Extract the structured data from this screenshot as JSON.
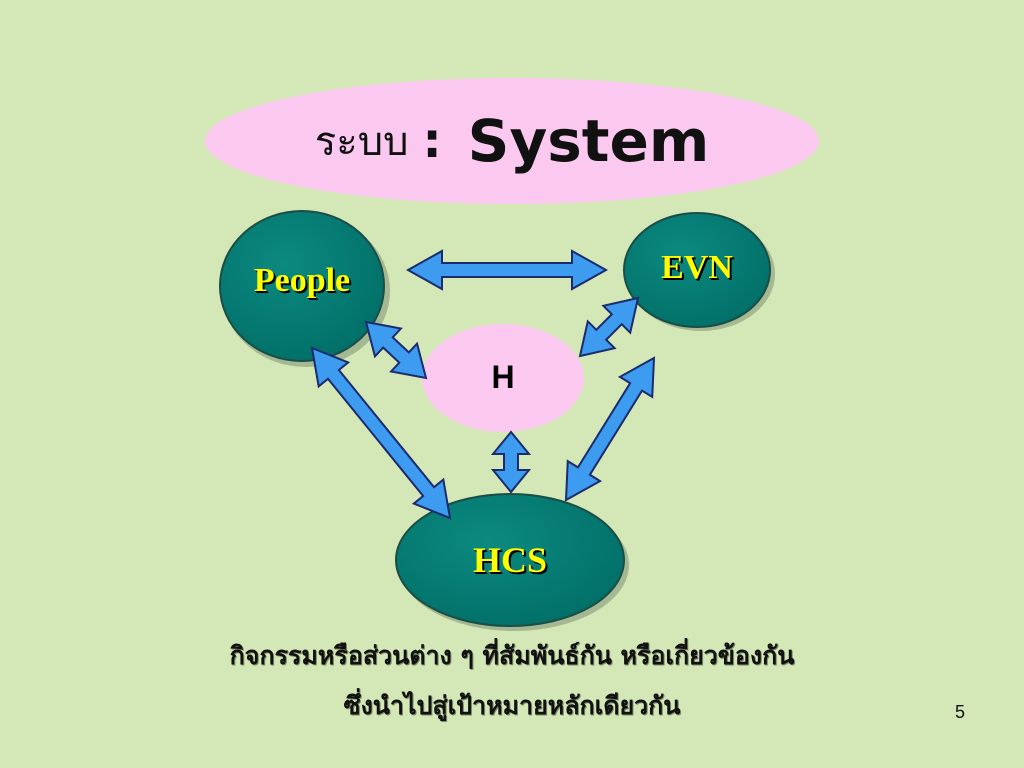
{
  "title": {
    "thai": "ระบบ",
    "colon": ":",
    "english": "System"
  },
  "nodes": {
    "people": "People",
    "evn": "EVN",
    "h": "H",
    "hcs": "HCS"
  },
  "caption": {
    "line1": "กิจกรรมหรือส่วนต่าง ๆ ที่สัมพันธ์กัน หรือเกี่ยวข้องกัน",
    "line2": "ซึ่งนำไปสู่เป้าหมายหลักเดียวกัน"
  },
  "page_number": "5",
  "colors": {
    "background": "#d3e8b6",
    "title_ellipse": "#fbc8f0",
    "node_fill": "#007a72",
    "node_label": "#ffff00",
    "center_fill": "#fbc8f0",
    "arrow_fill": "#3d9cf0",
    "arrow_stroke": "#1c2a6e"
  }
}
